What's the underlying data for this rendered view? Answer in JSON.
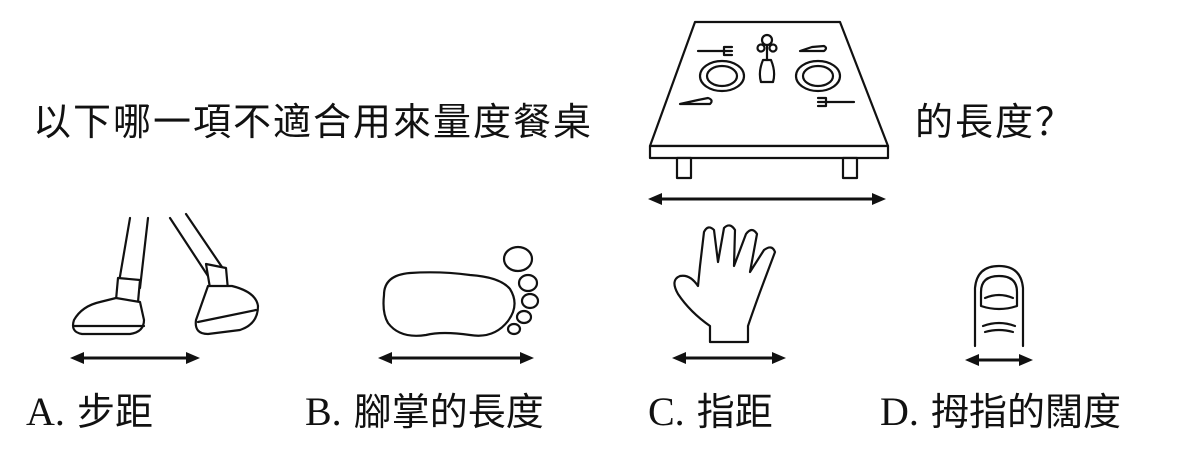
{
  "question": {
    "before": "以下哪一項不適合用來量度餐桌",
    "after": "的長度？"
  },
  "options": [
    {
      "letter": "A.",
      "text": "步距",
      "icon": "walking-feet-icon"
    },
    {
      "letter": "B.",
      "text": "腳掌的長度",
      "icon": "footprint-icon"
    },
    {
      "letter": "C.",
      "text": "指距",
      "icon": "hand-span-icon"
    },
    {
      "letter": "D.",
      "text": "拇指的闊度",
      "icon": "thumb-icon"
    }
  ],
  "illustrations": {
    "table": "dining-table-icon"
  }
}
